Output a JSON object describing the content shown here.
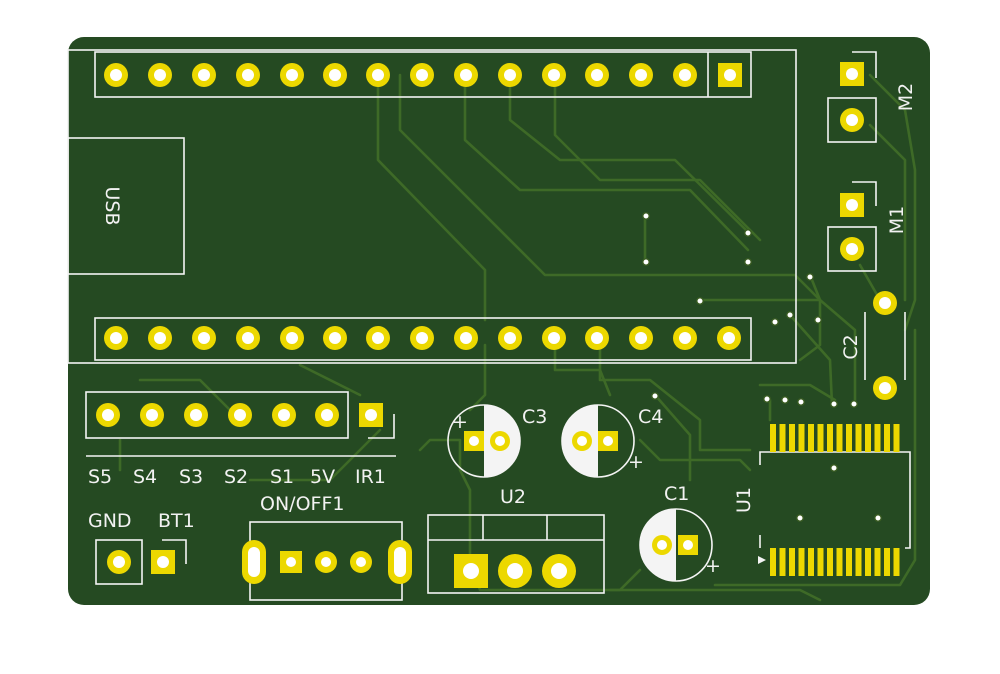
{
  "board": {
    "color": "#254a22",
    "silk_color": "#f2f2f2",
    "pad_color": "#ecd800",
    "trace_color": "#3e6a27"
  },
  "labels": {
    "usb": "USB",
    "m2": "M2",
    "m1": "M1",
    "c2": "C2",
    "c3": "C3",
    "c4": "C4",
    "c1": "C1",
    "u2": "U2",
    "u1": "U1",
    "header_pins": [
      "S5",
      "S4",
      "S3",
      "S2",
      "S1",
      "5V",
      "IR1"
    ],
    "gnd": "GND",
    "bt1": "BT1",
    "on_off": "ON/OFF1",
    "plus": "+"
  }
}
